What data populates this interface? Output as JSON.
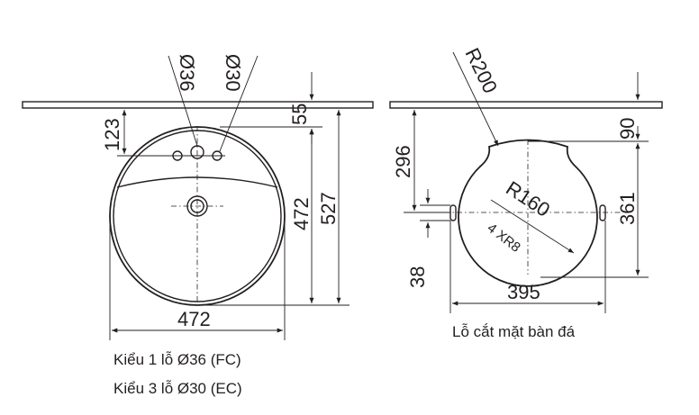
{
  "left_view": {
    "hole_dia_1": "Ø36",
    "hole_dia_2": "Ø30",
    "dim_top_offset": "123",
    "dim_small_top": "55",
    "dim_height_inner": "472",
    "dim_height_outer": "527",
    "dim_width": "472",
    "caption_line_1": "Kiểu 1 lỗ Ø36 (FC)",
    "caption_line_2": "Kiểu 3 lỗ Ø30 (EC)"
  },
  "right_view": {
    "radius_top": "R200",
    "radius_body": "R160",
    "slot_label": "4 XR8",
    "dim_top_offset": "296",
    "dim_slot": "38",
    "dim_top_right": "90",
    "dim_height": "361",
    "dim_width": "395",
    "caption": "Lỗ cắt mặt bàn đá"
  },
  "colors": {
    "line": "#231f20",
    "background": "#ffffff"
  }
}
